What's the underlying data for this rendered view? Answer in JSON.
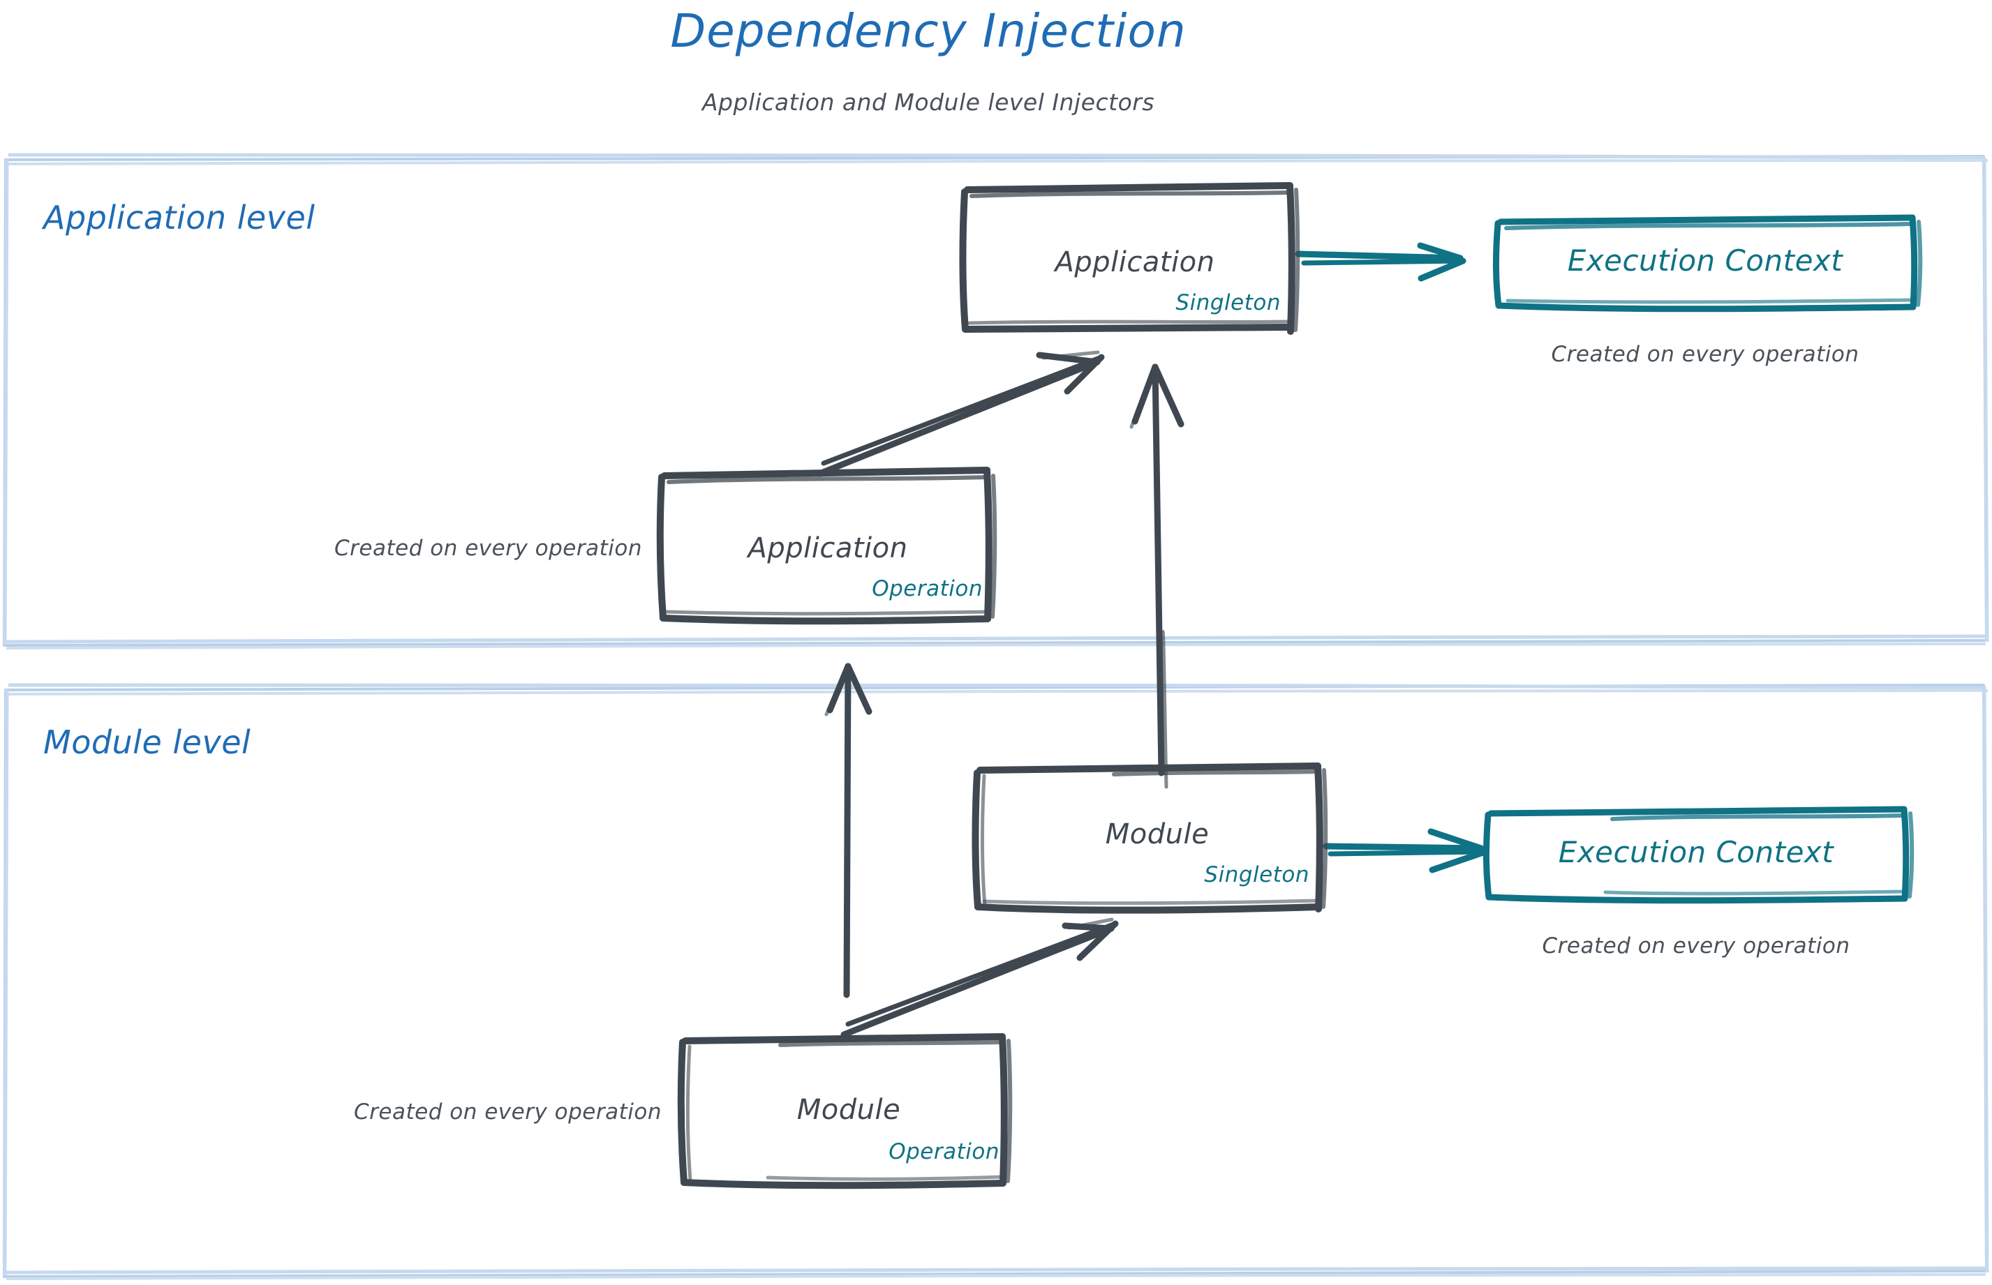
{
  "header": {
    "title": "Dependency Injection",
    "subtitle": "Application and Module level Injectors",
    "title_color": "#1f6cb5",
    "subtitle_color": "#4a5159"
  },
  "theme": {
    "ink": "#3f4850",
    "accent_teal": "#0f7285",
    "accent_blue": "#1f6cb5",
    "section_border": "#b7cfe8",
    "background": "#ffffff"
  },
  "sections": [
    {
      "id": "application-level",
      "label": "Application level",
      "nodes": [
        {
          "id": "application-singleton",
          "title": "Application",
          "scope": "Singleton",
          "kind": "injector-box"
        },
        {
          "id": "application-operation",
          "title": "Application",
          "scope": "Operation",
          "kind": "injector-box",
          "note": "Created on every operation"
        },
        {
          "id": "execution-context-app",
          "title": "Execution Context",
          "kind": "context-box",
          "note": "Created on every operation"
        }
      ]
    },
    {
      "id": "module-level",
      "label": "Module level",
      "nodes": [
        {
          "id": "module-singleton",
          "title": "Module",
          "scope": "Singleton",
          "kind": "injector-box"
        },
        {
          "id": "module-operation",
          "title": "Module",
          "scope": "Operation",
          "kind": "injector-box",
          "note": "Created on every operation"
        },
        {
          "id": "execution-context-module",
          "title": "Execution Context",
          "kind": "context-box",
          "note": "Created on every operation"
        }
      ]
    }
  ],
  "edges": [
    {
      "id": "app-operation-to-app-singleton",
      "from": "application-operation",
      "to": "application-singleton",
      "style": "double-line",
      "color": "#3f4850"
    },
    {
      "id": "app-singleton-to-execution-context",
      "from": "application-singleton",
      "to": "execution-context-app",
      "style": "double-line",
      "color": "#0f7285"
    },
    {
      "id": "module-singleton-to-app-singleton",
      "from": "module-singleton",
      "to": "application-singleton",
      "style": "single-line",
      "color": "#3f4850"
    },
    {
      "id": "module-operation-to-app-operation",
      "from": "module-operation",
      "to": "application-operation",
      "style": "single-line",
      "color": "#3f4850"
    },
    {
      "id": "module-operation-to-module-singleton",
      "from": "module-operation",
      "to": "module-singleton",
      "style": "double-line",
      "color": "#3f4850"
    },
    {
      "id": "module-singleton-to-execution-context",
      "from": "module-singleton",
      "to": "execution-context-module",
      "style": "double-line",
      "color": "#0f7285"
    }
  ]
}
